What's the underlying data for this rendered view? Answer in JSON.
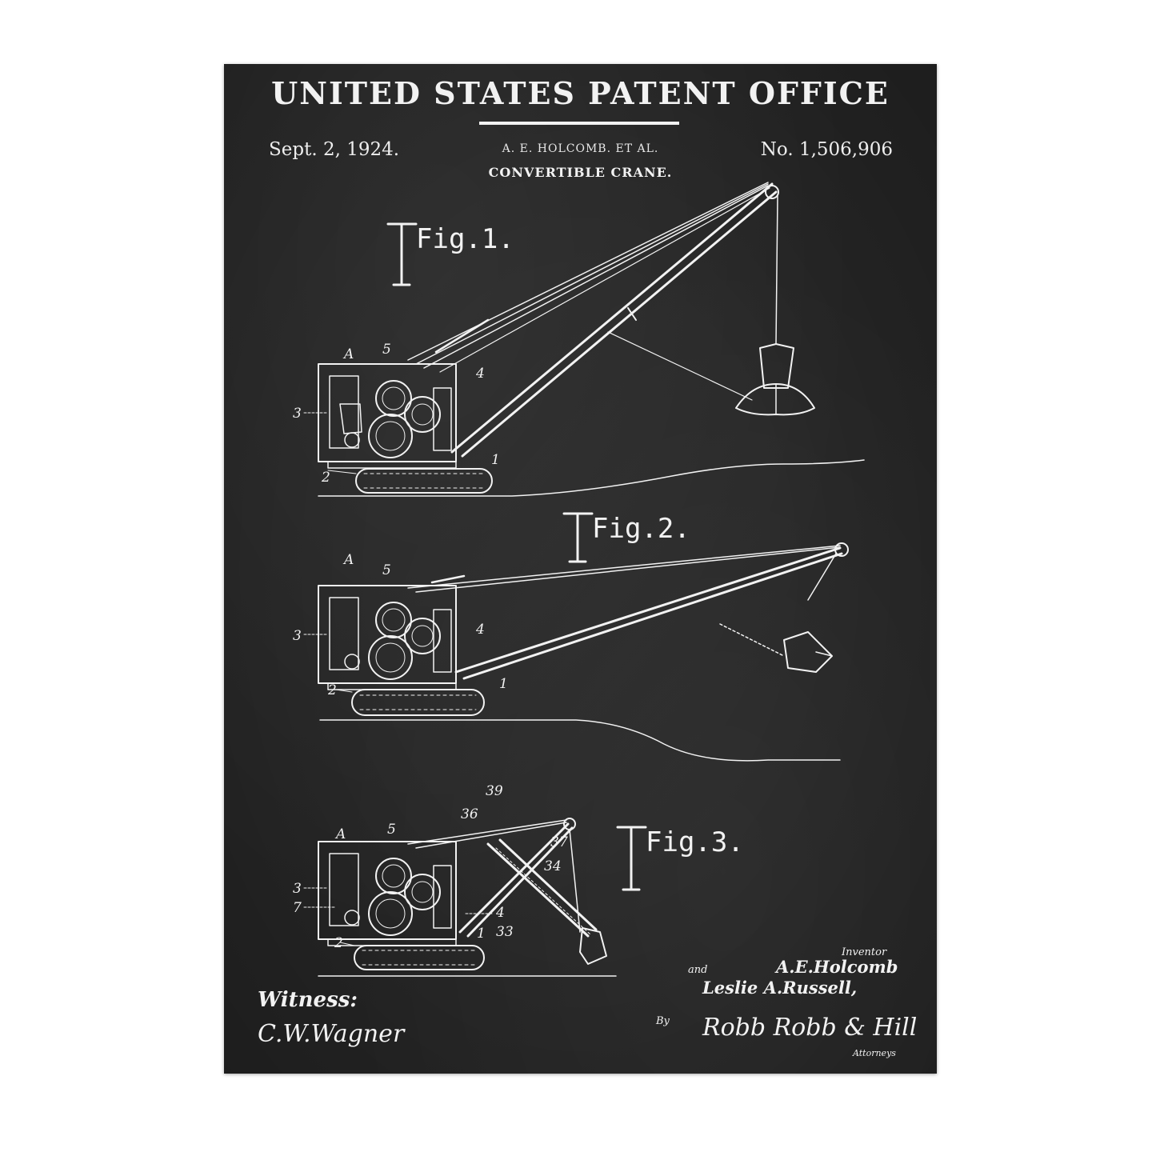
{
  "header": {
    "office": "UNITED STATES PATENT OFFICE",
    "date": "Sept. 2, 1924.",
    "inventors": "A. E. HOLCOMB. ET AL.",
    "number": "No. 1,506,906",
    "name": "CONVERTIBLE CRANE."
  },
  "figures": {
    "fig1": {
      "label": "Fig.1.",
      "refs": {
        "A": "A",
        "r5": "5",
        "r4": "4",
        "r3": "3",
        "r2": "2",
        "r1": "1"
      }
    },
    "fig2": {
      "label": "Fig.2.",
      "refs": {
        "A": "A",
        "r5": "5",
        "r4": "4",
        "r3": "3",
        "r2": "2",
        "r1": "1"
      }
    },
    "fig3": {
      "label": "Fig.3.",
      "refs": {
        "A": "A",
        "r5": "5",
        "r36": "36",
        "r39": "39",
        "r37": "37",
        "r34": "34",
        "r3": "3",
        "r7": "7",
        "r4": "4",
        "r2": "2",
        "r1": "1",
        "r33": "33"
      }
    }
  },
  "signatures": {
    "witness_label": "Witness:",
    "witness_name": "C.W.Wagner",
    "inventor_label": "Inventor",
    "and": "and",
    "inventor1": "A.E.Holcomb",
    "inventor2": "Leslie A.Russell,",
    "by": "By",
    "attorney_signature": "Robb Robb & Hill",
    "attorneys_label": "Attorneys"
  },
  "colors": {
    "board": "#272727",
    "ink": "#f2f2f2"
  }
}
